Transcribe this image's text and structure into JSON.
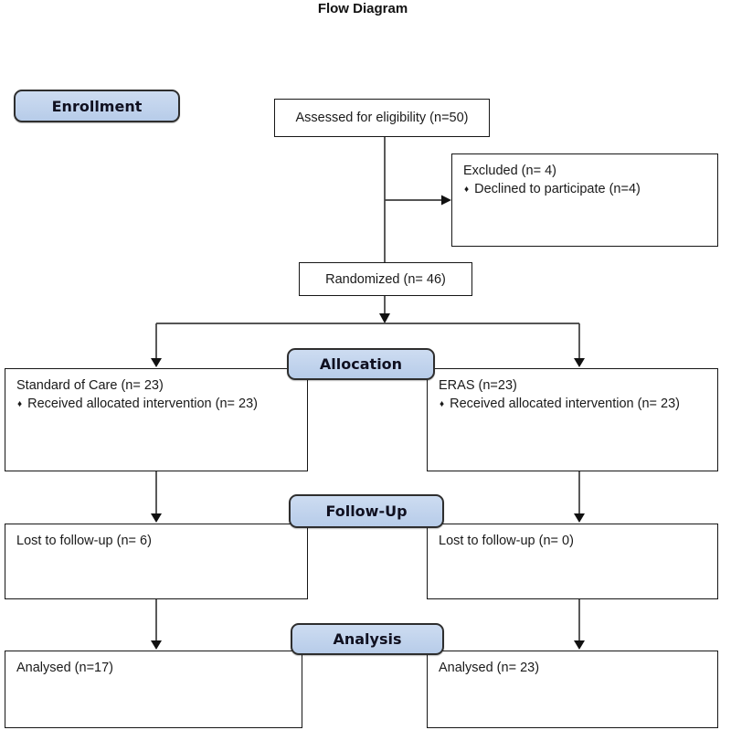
{
  "title": "Flow Diagram",
  "bullet_glyph": "♦",
  "stages": {
    "enrollment": "Enrollment",
    "allocation": "Allocation",
    "follow_up": "Follow-Up",
    "analysis": "Analysis"
  },
  "boxes": {
    "assessed": {
      "text": "Assessed for eligibility (n=50)"
    },
    "excluded": {
      "title": "Excluded (n= 4)",
      "bullet": "Declined to participate (n=4)"
    },
    "randomized": {
      "text": "Randomized (n= 46)"
    },
    "alloc_left": {
      "title": "Standard of Care (n= 23)",
      "bullet": "Received allocated intervention (n= 23)"
    },
    "alloc_right": {
      "title": "ERAS (n=23)",
      "bullet": "Received allocated intervention (n= 23)"
    },
    "followup_left": {
      "text": "Lost to follow-up (n= 6)"
    },
    "followup_right": {
      "text": "Lost to follow-up (n= 0)"
    },
    "analysis_left": {
      "text": "Analysed (n=17)"
    },
    "analysis_right": {
      "text": "Analysed (n= 23)"
    }
  },
  "colors": {
    "stage_fill": "#b7cce9",
    "stage_fill_light": "#cddcf1",
    "stage_border": "#2e2e2e",
    "box_border": "#161616",
    "line": "#3d3d3d",
    "arrow": "#111111"
  }
}
